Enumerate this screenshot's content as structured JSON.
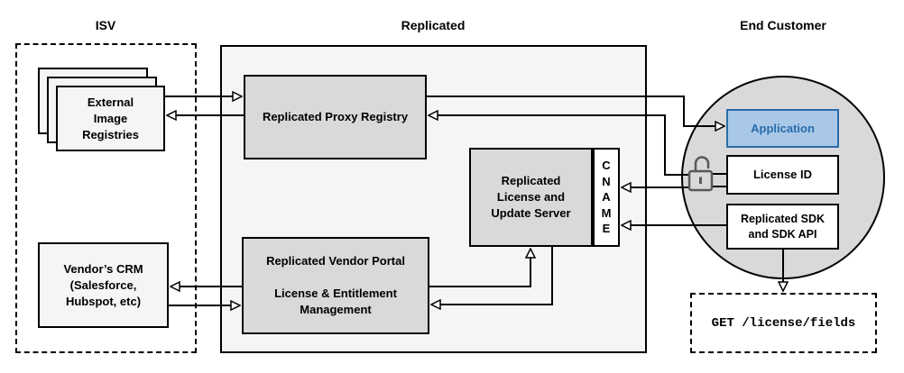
{
  "sections": {
    "isv": {
      "title": "ISV"
    },
    "replicated": {
      "title": "Replicated"
    },
    "end_customer": {
      "title": "End Customer"
    }
  },
  "nodes": {
    "external_registries": {
      "label": "External\nImage\nRegistries"
    },
    "vendor_crm": {
      "label": "Vendor’s CRM\n(Salesforce,\nHubspot, etc)"
    },
    "proxy_registry": {
      "label": "Replicated Proxy Registry"
    },
    "license_update_server": {
      "label": "Replicated\nLicense and\nUpdate Server"
    },
    "cname": {
      "letters": [
        "C",
        "N",
        "A",
        "M",
        "E"
      ]
    },
    "vendor_portal": {
      "label": "Replicated Vendor Portal\n\nLicense & Entitlement\nManagement"
    },
    "application": {
      "label": "Application"
    },
    "license_id": {
      "label": "License ID"
    },
    "replicated_sdk": {
      "label": "Replicated SDK\nand SDK API"
    },
    "get_license_fields": {
      "label": "GET /license/fields"
    }
  },
  "icons": {
    "unlock_icon": "open-padlock"
  },
  "colors": {
    "application_fill": "#a9c8e8",
    "application_border": "#2b6ba8",
    "application_text": "#2b6ba8",
    "node_gray": "#d9d9d9",
    "section_gray": "#f5f5f5",
    "lock_gray": "#595959",
    "line_black": "#000000"
  }
}
